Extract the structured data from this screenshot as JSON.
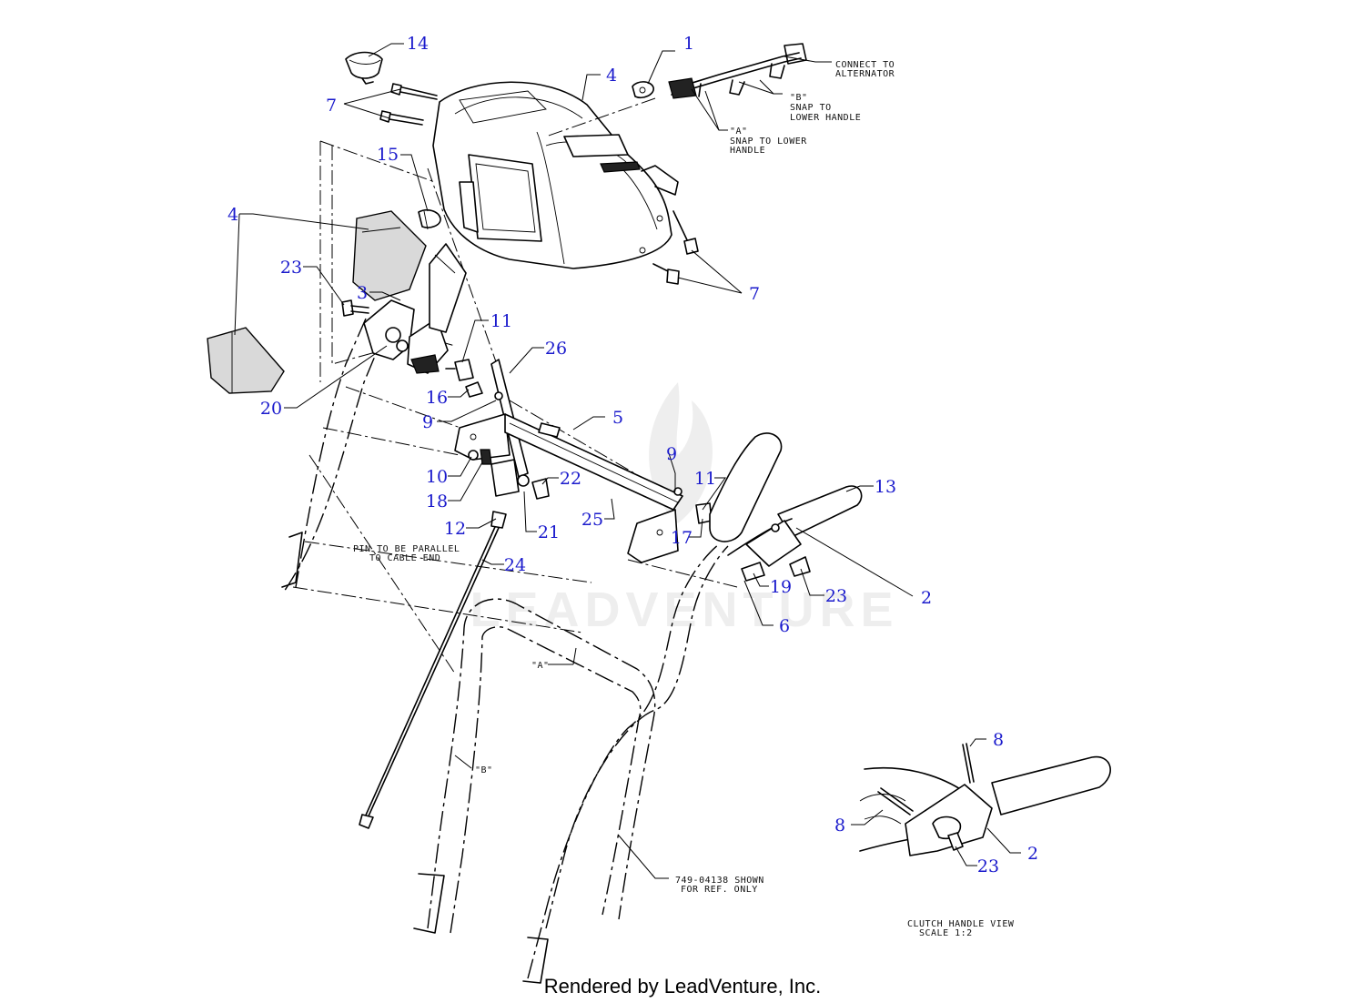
{
  "callouts": {
    "c1": "1",
    "c2a": "2",
    "c2b": "2",
    "c3": "3",
    "c4a": "4",
    "c4b": "4",
    "c5": "5",
    "c6": "6",
    "c7a": "7",
    "c7b": "7",
    "c8a": "8",
    "c8b": "8",
    "c9a": "9",
    "c9b": "9",
    "c10": "10",
    "c11a": "11",
    "c11b": "11",
    "c12": "12",
    "c13": "13",
    "c14": "14",
    "c15": "15",
    "c16": "16",
    "c17": "17",
    "c18": "18",
    "c19": "19",
    "c20": "20",
    "c21": "21",
    "c22": "22",
    "c23a": "23",
    "c23b": "23",
    "c23c": "23",
    "c24": "24",
    "c25": "25",
    "c26": "26"
  },
  "notes": {
    "alternator_1": "CONNECT TO",
    "alternator_2": "ALTERNATOR",
    "snap_b_1": "\"B\"",
    "snap_b_2": "SNAP TO",
    "snap_b_3": "LOWER HANDLE",
    "snap_a_1": "\"A\"",
    "snap_a_2": "SNAP TO LOWER",
    "snap_a_3": "HANDLE",
    "pin_1": "PIN TO BE PARALLEL",
    "pin_2": "TO CABLE END",
    "ref_a": "\"A\"",
    "ref_b": "\"B\"",
    "shown_1": "749-04138 SHOWN",
    "shown_2": "FOR REF. ONLY",
    "view_1": "CLUTCH HANDLE VIEW",
    "view_2": "SCALE 1:2"
  },
  "watermark": "LEADVENTURE",
  "footer": "Rendered by LeadVenture, Inc.",
  "colors": {
    "callout": "#1a1acc",
    "line": "#000000",
    "watermark": "#eeeeee"
  }
}
